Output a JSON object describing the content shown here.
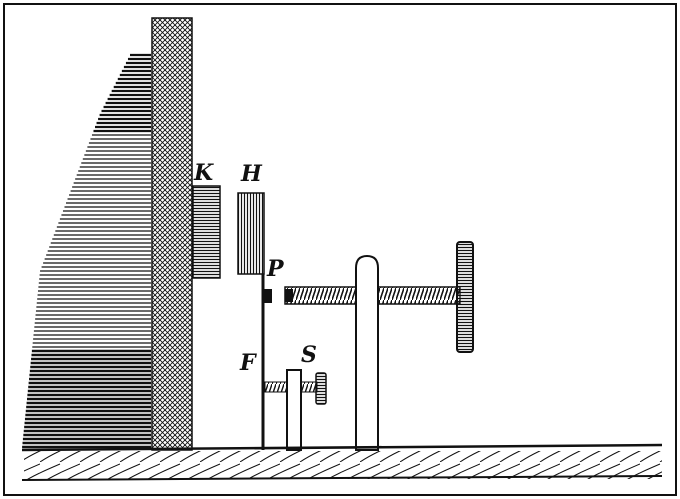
{
  "diagram": {
    "labels": {
      "K": "K",
      "H": "H",
      "P": "P",
      "F": "F",
      "S": "S"
    },
    "colors": {
      "ink": "#111111",
      "paper": "#ffffff"
    }
  }
}
